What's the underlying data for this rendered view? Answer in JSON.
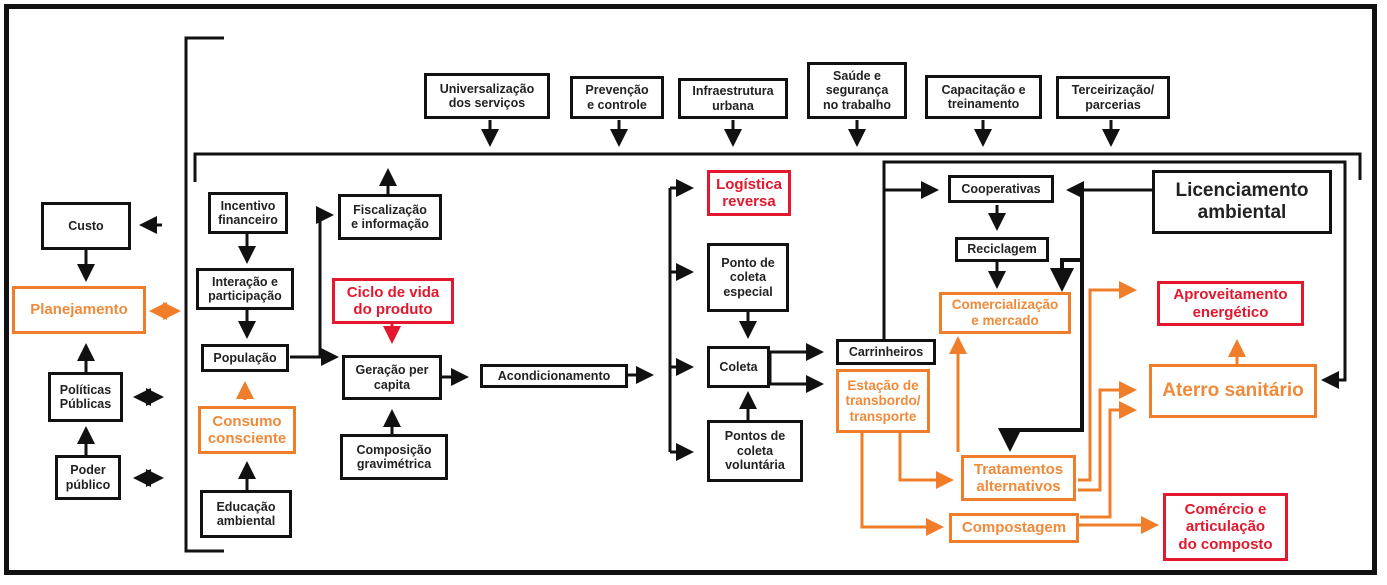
{
  "colors": {
    "black": "#111111",
    "orange": "#f07d2a",
    "red": "#e3172d"
  },
  "nodes": {
    "custo": "Custo",
    "planejamento": "Planejamento",
    "politicas": "Políticas\nPúblicas",
    "poder": "Poder\npúblico",
    "incentivo": "Incentivo\nfinanceiro",
    "interacao": "Interação e\nparticipação",
    "populacao": "População",
    "consumo": "Consumo\nconsciente",
    "educacao": "Educação\nambiental",
    "fiscalizacao": "Fiscalização\ne informação",
    "ciclo": "Ciclo de vida\ndo produto",
    "geracao": "Geração per\ncapita",
    "composicao": "Composição\ngravimétrica",
    "acondicionamento": "Acondicionamento",
    "universalizacao": "Universalização\ndos serviços",
    "prevencao": "Prevenção\ne controle",
    "infraestrutura": "Infraestrutura\nurbana",
    "saude": "Saúde e\nsegurança\nno trabalho",
    "capacitacao": "Capacitação e\ntreinamento",
    "terceirizacao": "Terceirização/\nparcerias",
    "logistica": "Logística\nreversa",
    "ponto_especial": "Ponto de\ncoleta\nespecial",
    "coleta": "Coleta",
    "pontos_voluntaria": "Pontos de\ncoleta\nvoluntária",
    "carrinheiros": "Carrinheiros",
    "estacao": "Estação de\ntransbordo/\ntransporte",
    "cooperativas": "Cooperativas",
    "reciclagem": "Reciclagem",
    "comercializacao": "Comercialização\ne mercado",
    "licenciamento": "Licenciamento\nambiental",
    "aproveitamento": "Aproveitamento\nenergético",
    "aterro": "Aterro sanitário",
    "tratamentos": "Tratamentos\nalternativos",
    "compostagem": "Compostagem",
    "comercio_composto": "Comércio e\narticulação\ndo composto"
  }
}
